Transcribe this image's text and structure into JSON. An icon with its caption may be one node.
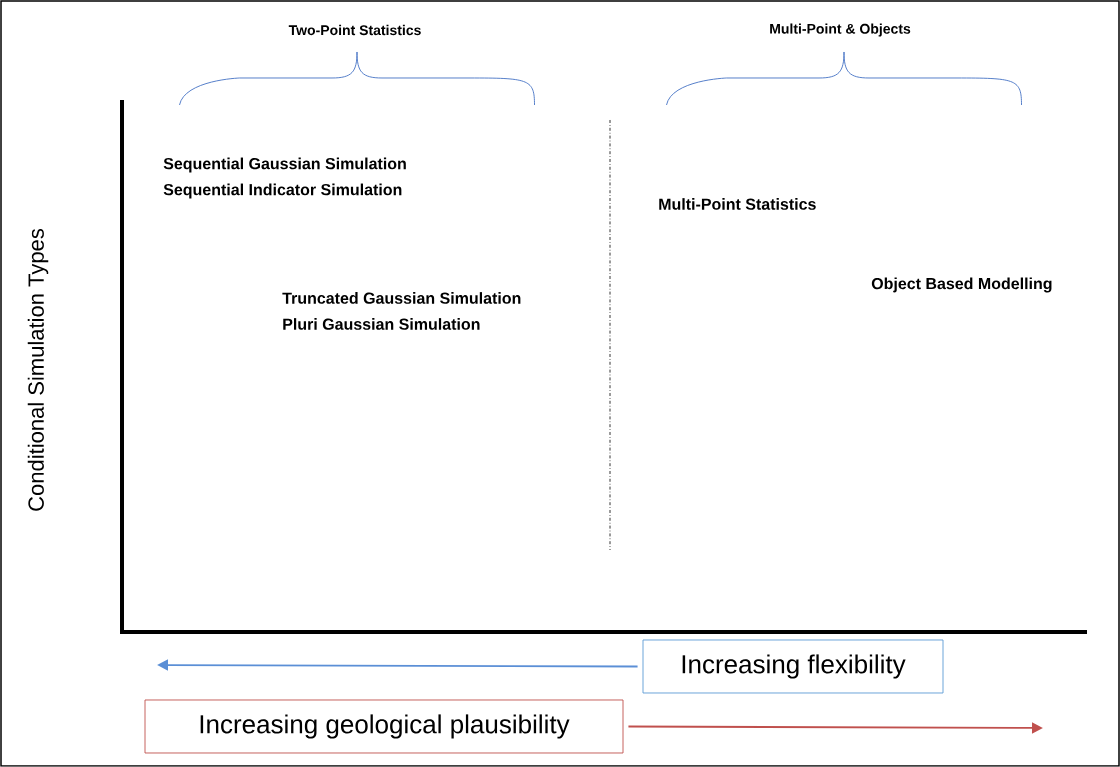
{
  "diagram": {
    "nodes": [
      {
        "text": [
          "Increasing flexibility"
        ]
      },
      {
        "text": [
          "Increasing geological plausibility"
        ]
      }
    ],
    "edges": [
      {
        "from": 0,
        "to": null,
        "arrow": "to",
        "color": "#5b8fd6"
      },
      {
        "from": 1,
        "to": null,
        "arrow": "to",
        "color": "#c0504d"
      }
    ],
    "labels": [
      "Two-Point Statistics",
      "Multi-Point & Objects",
      "Sequential Gaussian Simulation",
      "Sequential Indicator Simulation",
      "Truncated Gaussian Simulation",
      "Pluri Gaussian Simulation",
      "Multi-Point Statistics",
      "Object Based Modelling",
      "Conditional Simulation Types"
    ]
  }
}
